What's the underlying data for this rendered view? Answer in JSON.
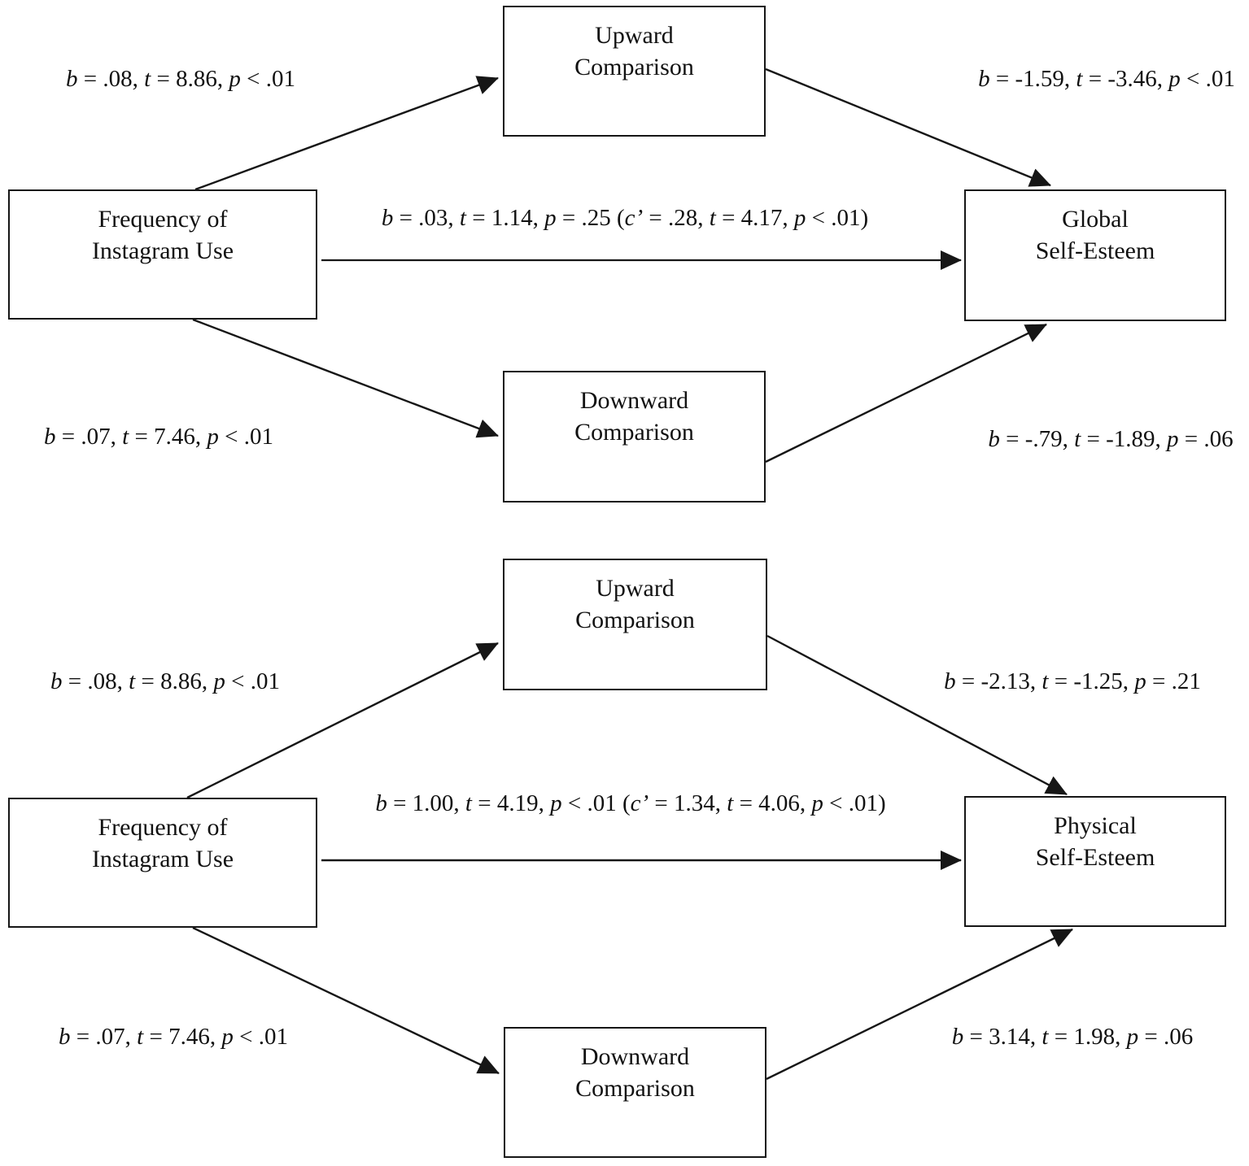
{
  "figure": {
    "panels": [
      {
        "id": "global-model",
        "boxes": {
          "predictor": {
            "lines": [
              "Frequency of",
              "Instagram Use"
            ]
          },
          "upward": {
            "lines": [
              "Upward",
              "Comparison"
            ]
          },
          "downward": {
            "lines": [
              "Downward",
              "Comparison"
            ]
          },
          "outcome": {
            "lines": [
              "Global",
              "Self-Esteem"
            ]
          }
        },
        "path_labels": {
          "a_upward": "b = .08, t = 8.86, p < .01",
          "b_upward": "b = -1.59, t = -3.46, p < .01",
          "direct": "b = .03, t = 1.14, p = .25 (c’ = .28, t = 4.17, p < .01)",
          "a_downward": "b = .07, t = 7.46, p < .01",
          "b_downward": "b = -.79, t = -1.89, p = .06"
        }
      },
      {
        "id": "physical-model",
        "boxes": {
          "predictor": {
            "lines": [
              "Frequency of",
              "Instagram Use"
            ]
          },
          "upward": {
            "lines": [
              "Upward",
              "Comparison"
            ]
          },
          "downward": {
            "lines": [
              "Downward",
              "Comparison"
            ]
          },
          "outcome": {
            "lines": [
              "Physical",
              "Self-Esteem"
            ]
          }
        },
        "path_labels": {
          "a_upward": "b = .08, t = 8.86, p < .01",
          "b_upward": "b = -2.13, t = -1.25, p = .21",
          "direct": "b = 1.00, t = 4.19, p < .01 (c’ = 1.34, t = 4.06, p < .01)",
          "a_downward": "b = .07, t = 7.46, p < .01",
          "b_downward": "b = 3.14, t = 1.98, p = .06"
        }
      }
    ],
    "line_color": "#161616"
  }
}
